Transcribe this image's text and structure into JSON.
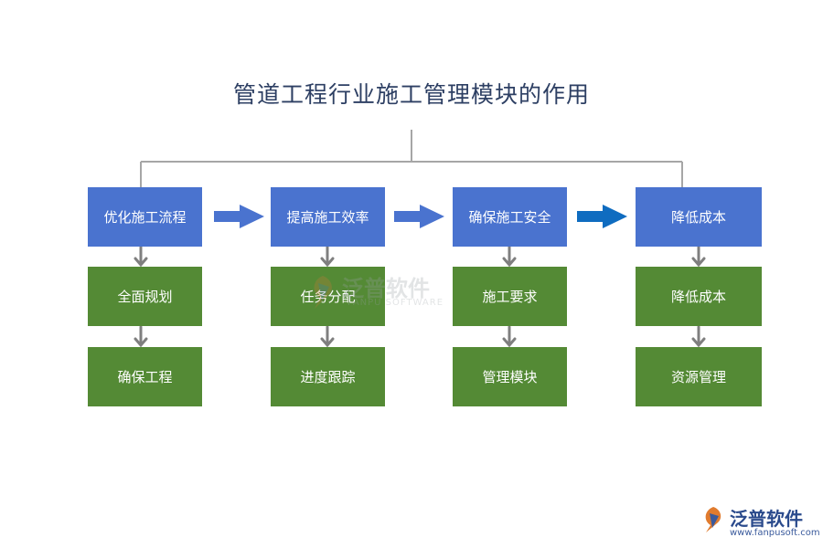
{
  "title": "管道工程行业施工管理模块的作用",
  "columns": [
    {
      "header": "优化施工流程",
      "items": [
        "全面规划",
        "确保工程"
      ]
    },
    {
      "header": "提高施工效率",
      "items": [
        "任务分配",
        "进度跟踪"
      ]
    },
    {
      "header": "确保施工安全",
      "items": [
        "施工要求",
        "管理模块"
      ]
    },
    {
      "header": "降低成本",
      "items": [
        "降低成本",
        "资源管理"
      ]
    }
  ],
  "colors": {
    "header": "#4a73cf",
    "item": "#548a35",
    "arrow_gray": "#7f7f7f",
    "arrow_h": "#4a73cf",
    "arrow_h_dark": "#0f6cc0",
    "line": "#a6a6a6"
  },
  "watermark": {
    "text": "泛普软件",
    "sub": "FANPU SOFTWARE"
  },
  "brand": {
    "name": "泛普软件",
    "url": "www.fanpusoft.com",
    "icon": "fanpu-logo-icon"
  }
}
